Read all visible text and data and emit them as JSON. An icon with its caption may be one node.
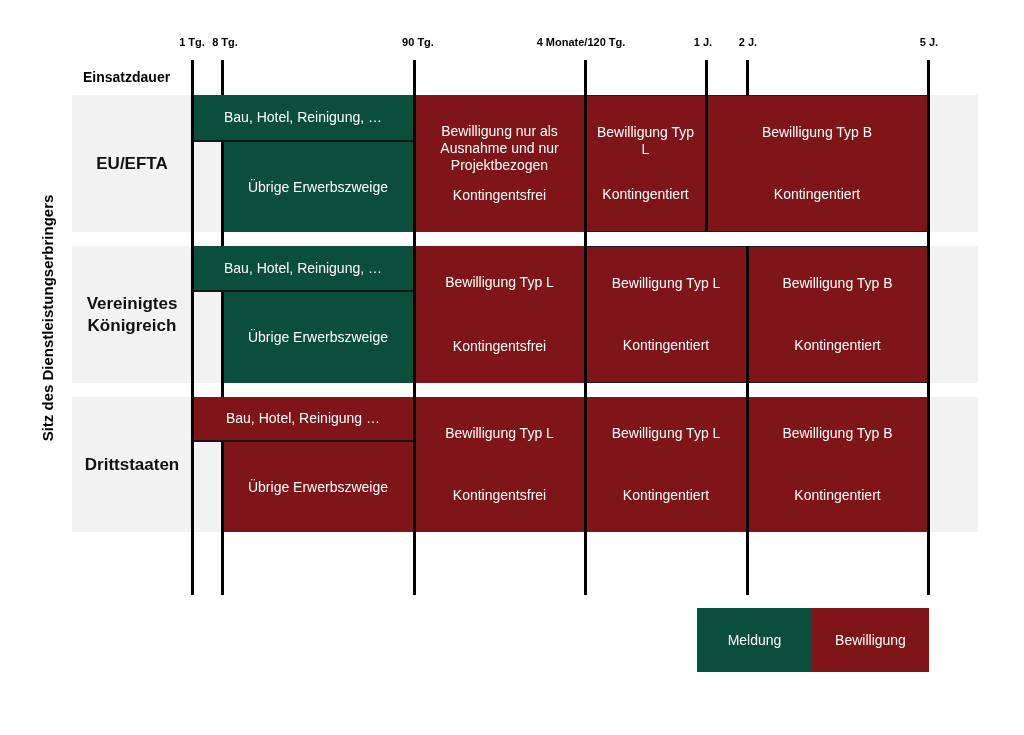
{
  "diagram": {
    "nodes": [
      {
        "text": [
          "EU/EFTA"
        ]
      },
      {
        "text": [
          "Bau, Hotel, Reinigung, …"
        ],
        "in": 0
      },
      {
        "text": [
          "Übrige Erwerbszweige"
        ],
        "in": 0
      },
      {
        "text": [
          "Bewilligung nur als Ausnahme und nur Projektbezogen",
          "Kontingentsfrei"
        ],
        "in": 0
      },
      {
        "text": [
          "Bewilligung Typ L",
          "Kontingentiert"
        ],
        "in": 0
      },
      {
        "text": [
          "Bewilligung Typ B",
          "Kontingentiert"
        ],
        "in": 0
      },
      {
        "text": [
          "Vereinigtes Königreich"
        ]
      },
      {
        "text": [
          "Bau, Hotel, Reinigung, …"
        ],
        "in": 6
      },
      {
        "text": [
          "Übrige Erwerbszweige"
        ],
        "in": 6
      },
      {
        "text": [
          "Bewilligung Typ L",
          "Kontingentsfrei"
        ],
        "in": 6
      },
      {
        "text": [
          "Bewilligung Typ L",
          "Kontingentiert"
        ],
        "in": 6
      },
      {
        "text": [
          "Bewilligung Typ B",
          "Kontingentiert"
        ],
        "in": 6
      },
      {
        "text": [
          "Drittstaaten"
        ]
      },
      {
        "text": [
          "Bau, Hotel, Reinigung …"
        ],
        "in": 12
      },
      {
        "text": [
          "Übrige Erwerbszweige"
        ],
        "in": 12
      },
      {
        "text": [
          "Bewilligung Typ L",
          "Kontingentsfrei"
        ],
        "in": 12
      },
      {
        "text": [
          "Bewilligung Typ L",
          "Kontingentiert"
        ],
        "in": 12
      },
      {
        "text": [
          "Bewilligung Typ B",
          "Kontingentiert"
        ],
        "in": 12
      }
    ],
    "labels": [
      "1 Tg.",
      "8 Tg.",
      "90 Tg.",
      "4 Monate/120 Tg.",
      "1 J.",
      "2 J.",
      "5 J.",
      "Einsatzdauer",
      "Sitz des Dienstleistungserbringers"
    ],
    "legend": [
      {
        "text": "Meldung",
        "color": "#0b4e3b"
      },
      {
        "text": "Bewilligung",
        "color": "#7f1519"
      }
    ]
  }
}
